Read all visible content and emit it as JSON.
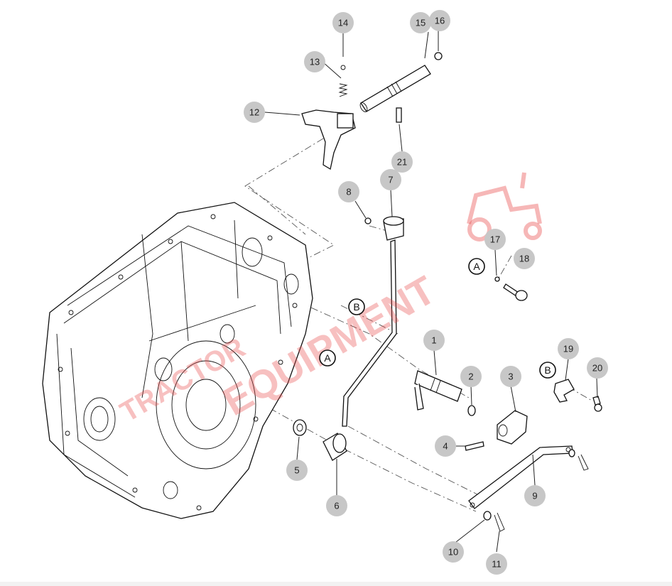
{
  "diagram": {
    "callouts": [
      {
        "id": "1",
        "label": "1"
      },
      {
        "id": "2",
        "label": "2"
      },
      {
        "id": "3",
        "label": "3"
      },
      {
        "id": "4",
        "label": "4"
      },
      {
        "id": "5",
        "label": "5"
      },
      {
        "id": "6",
        "label": "6"
      },
      {
        "id": "7",
        "label": "7"
      },
      {
        "id": "8",
        "label": "8"
      },
      {
        "id": "9",
        "label": "9"
      },
      {
        "id": "10",
        "label": "10"
      },
      {
        "id": "11",
        "label": "11"
      },
      {
        "id": "12",
        "label": "12"
      },
      {
        "id": "13",
        "label": "13"
      },
      {
        "id": "14",
        "label": "14"
      },
      {
        "id": "15",
        "label": "15"
      },
      {
        "id": "16",
        "label": "16"
      },
      {
        "id": "17",
        "label": "17"
      },
      {
        "id": "18",
        "label": "18"
      },
      {
        "id": "19",
        "label": "19"
      },
      {
        "id": "20",
        "label": "20"
      },
      {
        "id": "21",
        "label": "21"
      }
    ],
    "reference_markers": [
      {
        "id": "A1",
        "label": "A"
      },
      {
        "id": "A2",
        "label": "A"
      },
      {
        "id": "B1",
        "label": "B"
      },
      {
        "id": "B2",
        "label": "B"
      }
    ],
    "watermark": {
      "text_main": "EQUIPMENT",
      "text_secondary": "TRACTOR"
    },
    "colors": {
      "callout_fill": "#c7c7c7",
      "line": "#111111",
      "watermark": "#e84a4a"
    }
  }
}
